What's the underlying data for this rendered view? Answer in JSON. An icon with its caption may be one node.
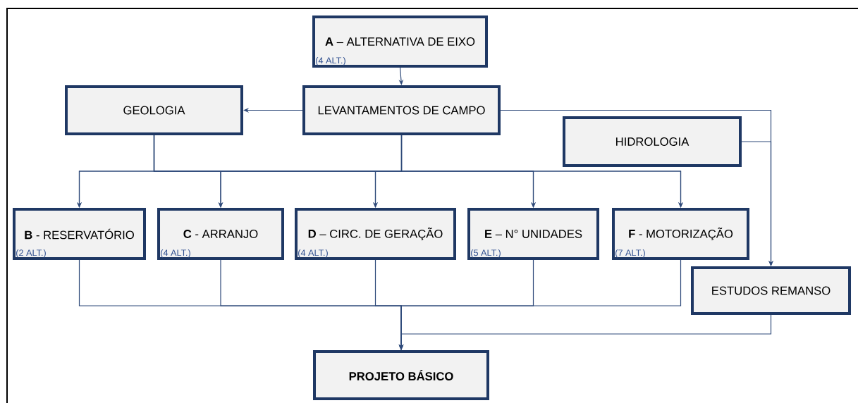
{
  "diagram": {
    "nodes": [
      {
        "text": [
          "**A** – ALTERNATIVA DE EIXO",
          "(4 ALT.)"
        ]
      },
      {
        "text": [
          "GEOLOGIA"
        ]
      },
      {
        "text": [
          "LEVANTAMENTOS DE CAMPO"
        ]
      },
      {
        "text": [
          "HIDROLOGIA"
        ]
      },
      {
        "text": [
          "**B** - RESERVATÓRIO",
          "(2 ALT.)"
        ]
      },
      {
        "text": [
          "**C** - ARRANJO",
          "(4 ALT.)"
        ]
      },
      {
        "text": [
          "**D** – CIRC. DE GERAÇÃO",
          "(4 ALT.)"
        ]
      },
      {
        "text": [
          "**E** – N° UNIDADES",
          "(5 ALT.)"
        ]
      },
      {
        "text": [
          "**F** - MOTORIZAÇÃO",
          "(7 ALT.)"
        ]
      },
      {
        "text": [
          "ESTUDOS REMANSO"
        ]
      },
      {
        "text": [
          "PROJETO BÁSICO"
        ]
      }
    ],
    "edges": [
      {
        "from": 0,
        "to": 2,
        "arrow": "to"
      },
      {
        "from": 2,
        "to": 1,
        "arrow": "to"
      },
      {
        "from": 2,
        "to": 9,
        "arrow": "to"
      },
      {
        "from": 3,
        "to": 9,
        "arrow": "to"
      },
      {
        "from": 1,
        "to": 4,
        "arrow": "to"
      },
      {
        "from": 1,
        "to": 5,
        "arrow": "to"
      },
      {
        "from": 1,
        "to": 6,
        "arrow": "to"
      },
      {
        "from": 1,
        "to": 7,
        "arrow": "to"
      },
      {
        "from": 1,
        "to": 8,
        "arrow": "to"
      },
      {
        "from": 2,
        "to": 4,
        "arrow": "to"
      },
      {
        "from": 2,
        "to": 5,
        "arrow": "to"
      },
      {
        "from": 2,
        "to": 6,
        "arrow": "to"
      },
      {
        "from": 2,
        "to": 7,
        "arrow": "to"
      },
      {
        "from": 2,
        "to": 8,
        "arrow": "to"
      },
      {
        "from": 4,
        "to": 10,
        "arrow": "to"
      },
      {
        "from": 5,
        "to": 10,
        "arrow": "to"
      },
      {
        "from": 6,
        "to": 10,
        "arrow": "to"
      },
      {
        "from": 7,
        "to": 10,
        "arrow": "to"
      },
      {
        "from": 8,
        "to": 10,
        "arrow": "to"
      },
      {
        "from": 9,
        "to": 10,
        "arrow": "to"
      }
    ]
  }
}
